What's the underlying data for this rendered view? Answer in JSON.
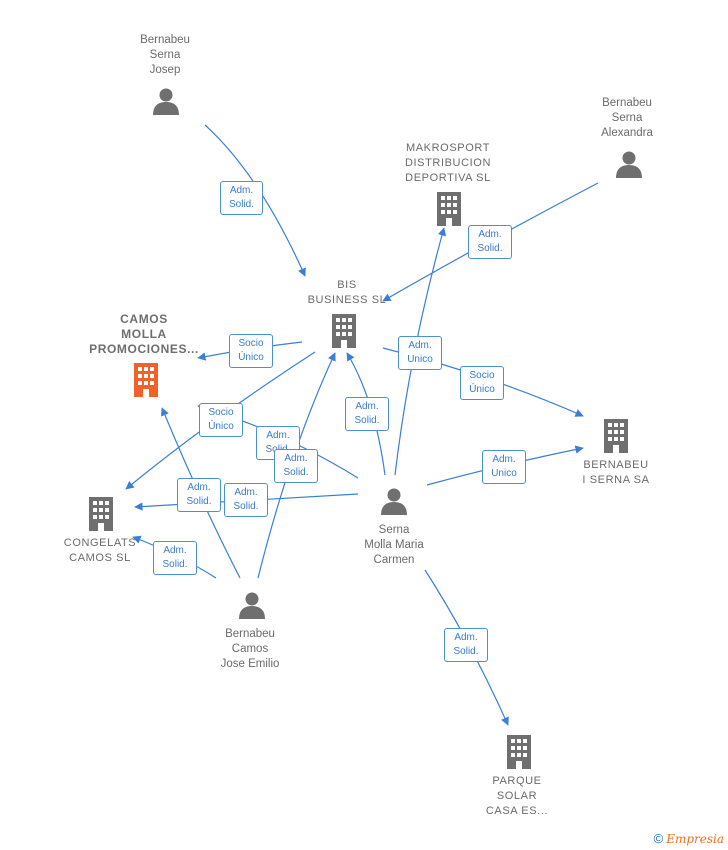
{
  "nodes": {
    "bernabeu_serna_josep": "Bernabeu\nSerna\nJosep",
    "makrosport": "MAKROSPORT\nDISTRIBUCION\nDEPORTIVA SL",
    "bernabeu_serna_alexandra": "Bernabeu\nSerna\nAlexandra",
    "bis_business": "BIS\nBUSINESS SL",
    "camos_molla": "CAMOS\nMOLLA\nPROMOCIONES...",
    "bernabeu_i_serna": "BERNABEU\nI SERNA SA",
    "congelats_camos": "CONGELATS\nCAMOS SL",
    "serna_molla": "Serna\nMolla Maria\nCarmen",
    "bernabeu_camos": "Bernabeu\nCamos\nJose Emilio",
    "parque_solar": "PARQUE\nSOLAR\nCASA ES..."
  },
  "edges": {
    "e1": "Adm.\nSolid.",
    "e2": "Adm.\nSolid.",
    "e3": "Socio\nÚnico",
    "e4": "Adm.\nUnico",
    "e5": "Socio\nÚnico",
    "e6": "Adm.\nSolid.",
    "e7": "Socio\nÚnico",
    "e8": "Adm.\nSolid.",
    "e9": "Adm.\nSolid.",
    "e10": "Adm.\nUnico",
    "e11": "Adm.\nSolid.",
    "e12": "Adm.\nSolid.",
    "e13": "Adm.\nSolid.",
    "e14": "Adm.\nSolid."
  },
  "footer": {
    "copyright": "©",
    "brand": "Empresia"
  },
  "colors": {
    "edge": "#3a7fd5",
    "node": "#6f6f6f",
    "highlight": "#f0622a"
  }
}
